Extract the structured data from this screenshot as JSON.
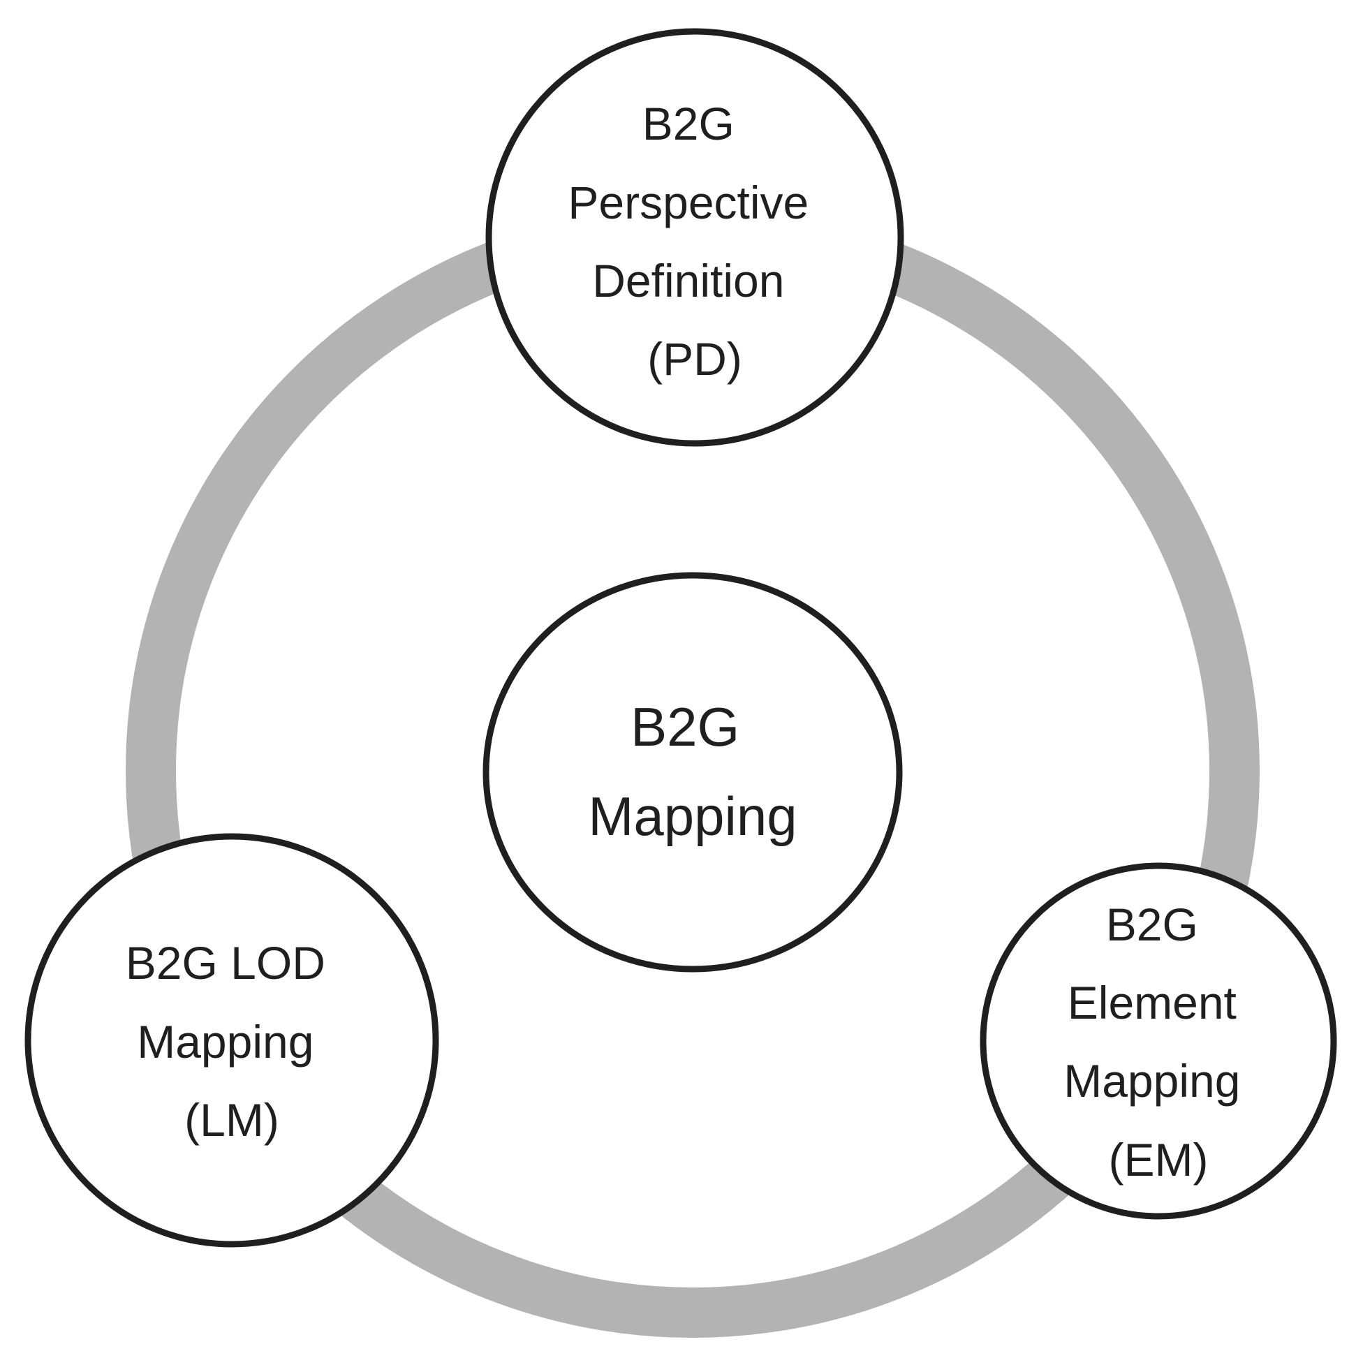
{
  "colors": {
    "ring": "#b3b3b3",
    "node_stroke": "#1f1f1f",
    "node_fill": "#ffffff",
    "text": "#1f1f1f"
  },
  "nodes": {
    "center": {
      "lines": [
        "B2G",
        "Mapping"
      ]
    },
    "pd": {
      "lines": [
        "B2G",
        "Perspective",
        "Definition",
        "(PD)"
      ]
    },
    "lm": {
      "lines": [
        "B2G LOD",
        "Mapping",
        "(LM)"
      ]
    },
    "em": {
      "lines": [
        "B2G",
        "Element",
        "Mapping",
        "(EM)"
      ]
    }
  }
}
